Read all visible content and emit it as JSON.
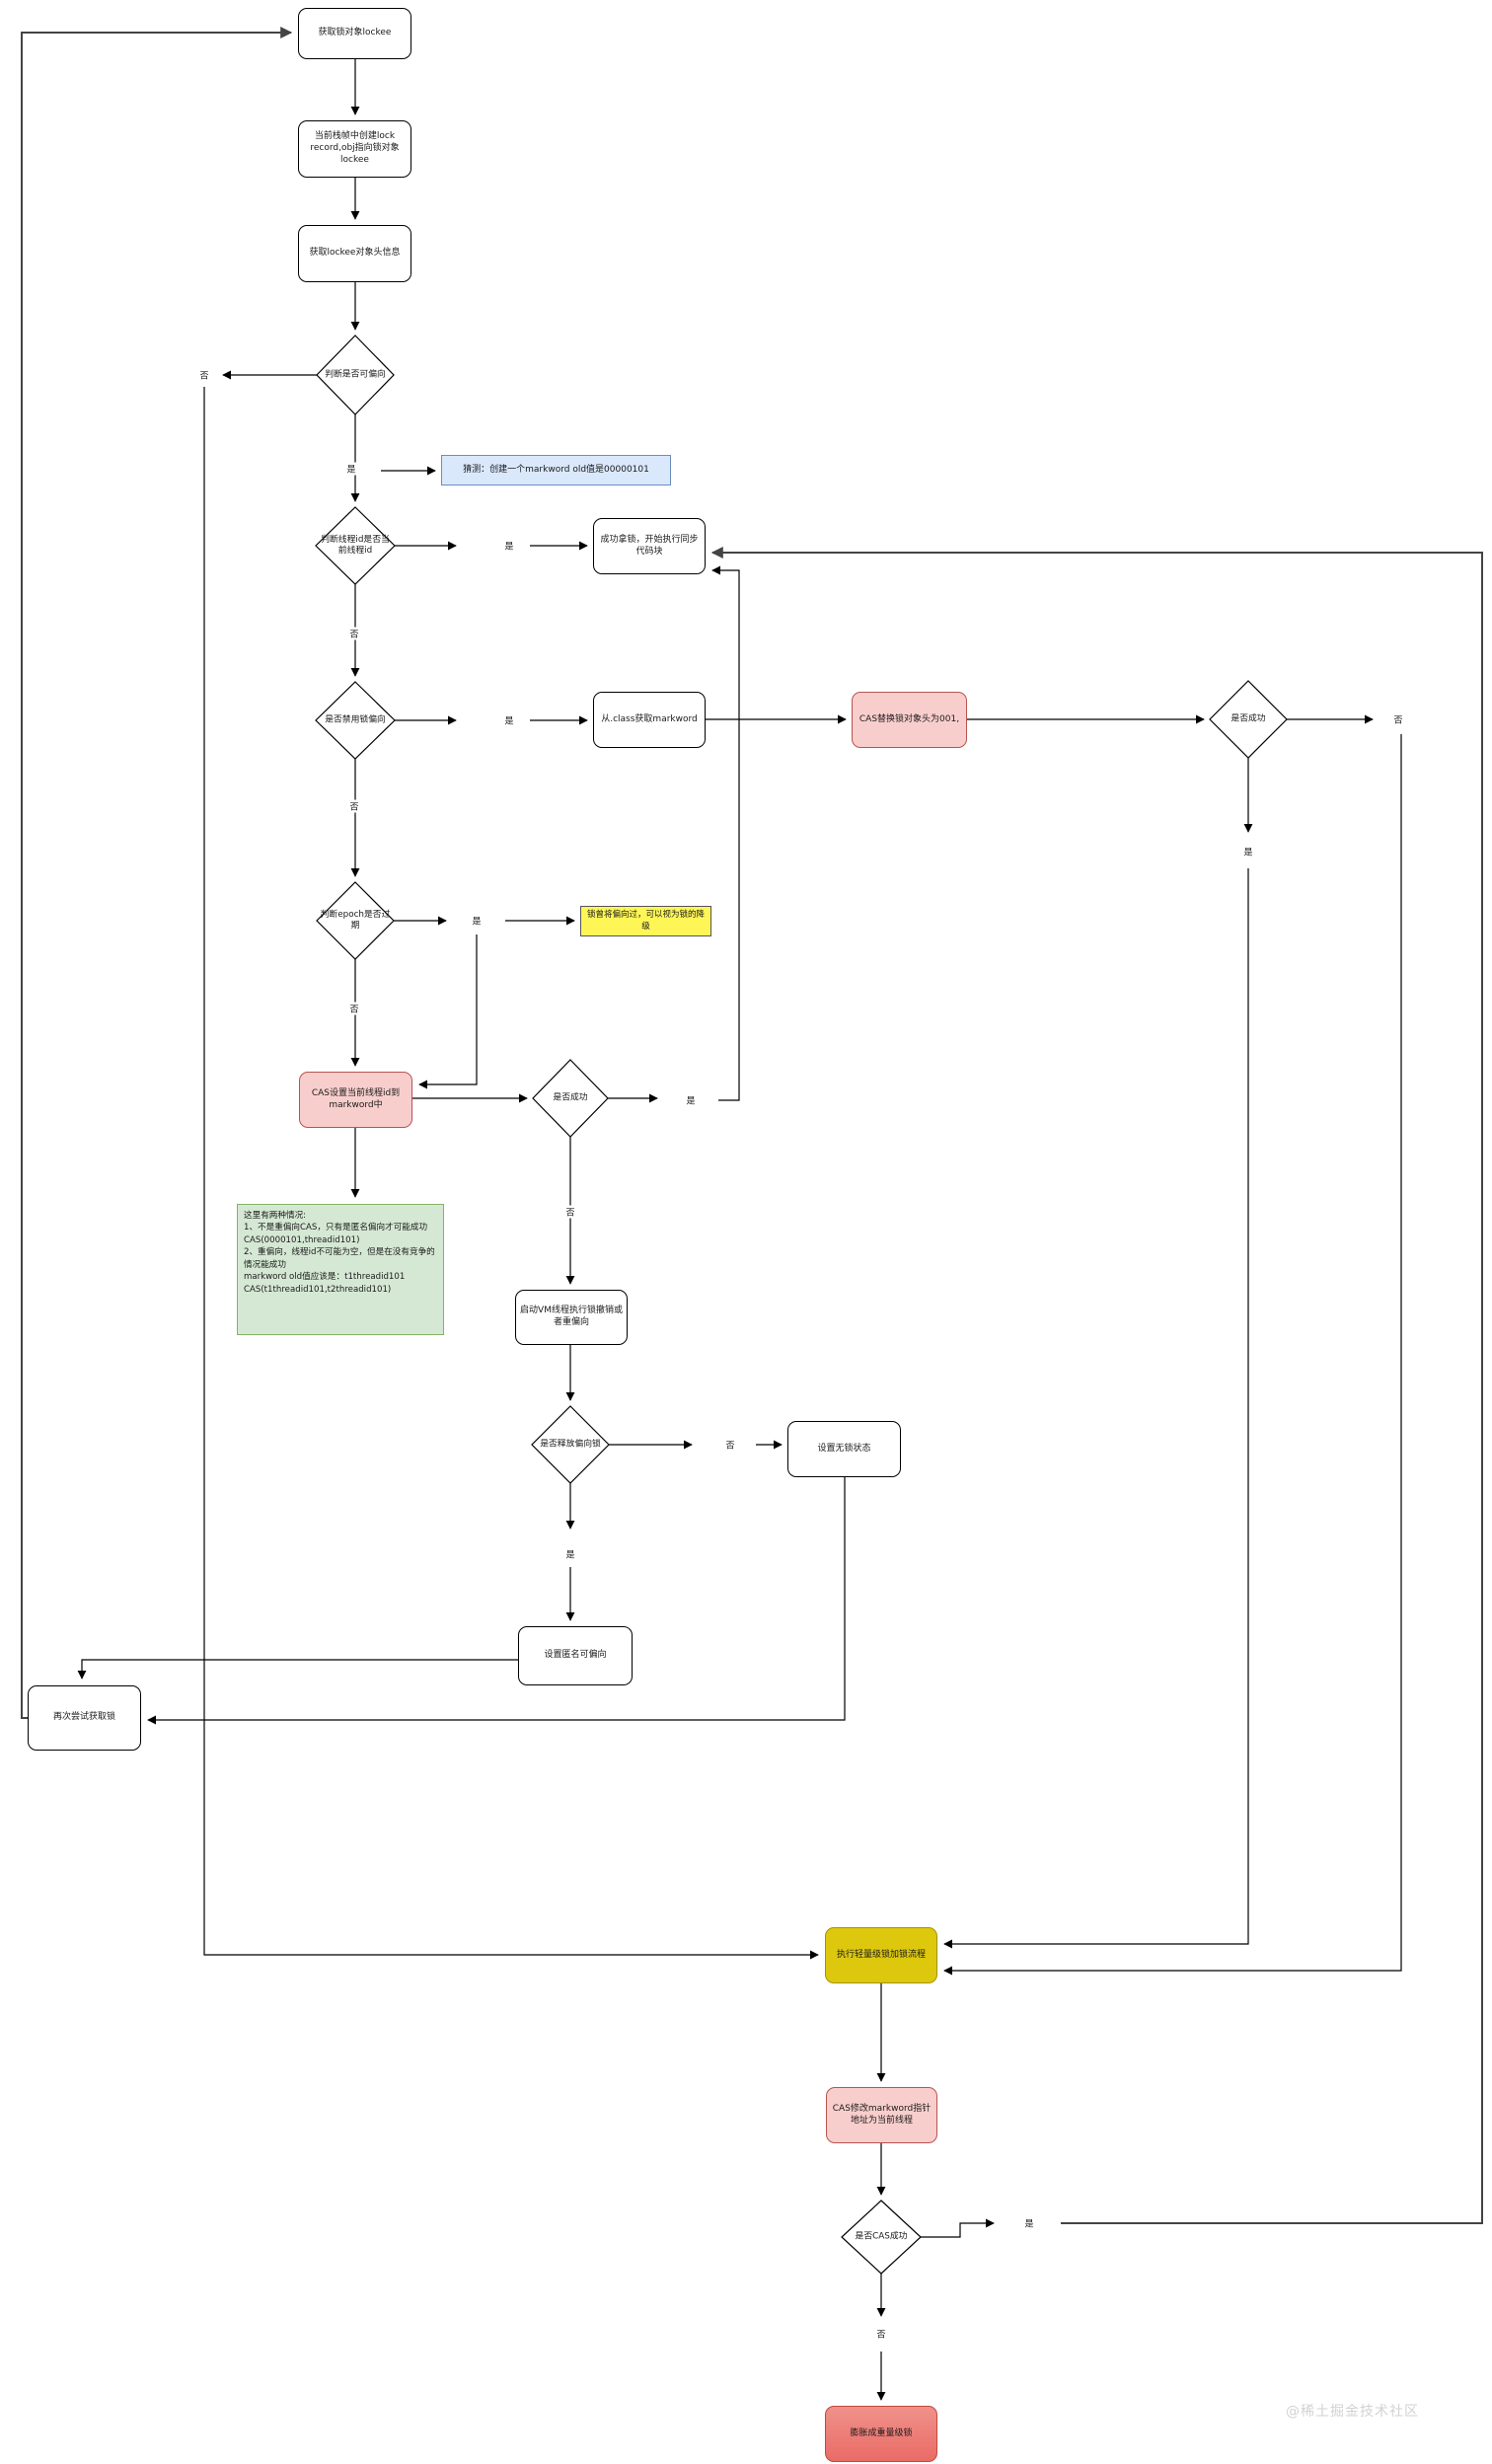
{
  "watermark": "@稀土掘金技术社区",
  "labels": {
    "yes": "是",
    "no": "否"
  },
  "colors": {
    "note_blue_fill": "#dae8fc",
    "note_blue_border": "#6c8ebf",
    "note_green_fill": "#d5e8d4",
    "note_green_border": "#82b366",
    "note_yellow_fill": "#fdf656",
    "pink_fill": "#f8cecc",
    "pink_border": "#b85450",
    "gold_fill": "#ddc80e",
    "red_fill": "#ea6b66"
  },
  "nodes": {
    "get_lock": {
      "label": "获取锁对象lockee"
    },
    "create_lock_record": {
      "label": "当前栈帧中创建lock record,obj指向锁对象lockee"
    },
    "get_header": {
      "label": "获取lockee对象头信息"
    },
    "d_biasable": {
      "label": "判断是否可偏向"
    },
    "note_guess": {
      "label": "猜测：创建一个markword old值是00000101"
    },
    "d_threadid": {
      "label": "判断线程id是否当前线程id"
    },
    "lock_acquired": {
      "label": "成功拿锁，开始执行同步代码块"
    },
    "d_bias_disabled": {
      "label": "是否禁用锁偏向"
    },
    "get_class_markword": {
      "label": "从.class获取markword"
    },
    "cas_replace_header": {
      "label": "CAS替换锁对象头为001,"
    },
    "d_success1": {
      "label": "是否成功"
    },
    "d_epoch": {
      "label": "判断epoch是否过期"
    },
    "note_downgrade": {
      "label": "锁曾将偏向过，可以视为锁的降级"
    },
    "cas_set_threadid": {
      "label": "CAS设置当前线程id到markword中"
    },
    "d_success2": {
      "label": "是否成功"
    },
    "note_two_cases": {
      "lines": [
        "这里有两种情况:",
        "1、不是重偏向CAS，只有是匿名偏向才可能成功",
        "CAS(0000101,threadid101)",
        "2、重偏向，线程id不可能为空，但是在没有竞争的情况能成功",
        "markword old值应该是：t1threadid101",
        "CAS(t1threadid101,t2threadid101)"
      ]
    },
    "vm_revoke": {
      "label": "启动VM线程执行锁撤销或者重偏向"
    },
    "d_release_bias": {
      "label": "是否释放偏向锁"
    },
    "set_lock_free": {
      "label": "设置无锁状态"
    },
    "set_anon_bias": {
      "label": "设置匿名可偏向"
    },
    "retry_lock": {
      "label": "再次尝试获取锁"
    },
    "lightweight_flow": {
      "label": "执行轻量级锁加锁流程"
    },
    "cas_set_pointer": {
      "label": "CAS修改markword指针地址为当前线程"
    },
    "d_cas_success": {
      "label": "是否CAS成功"
    },
    "inflate_heavyweight": {
      "label": "膨胀成重量级锁"
    }
  }
}
